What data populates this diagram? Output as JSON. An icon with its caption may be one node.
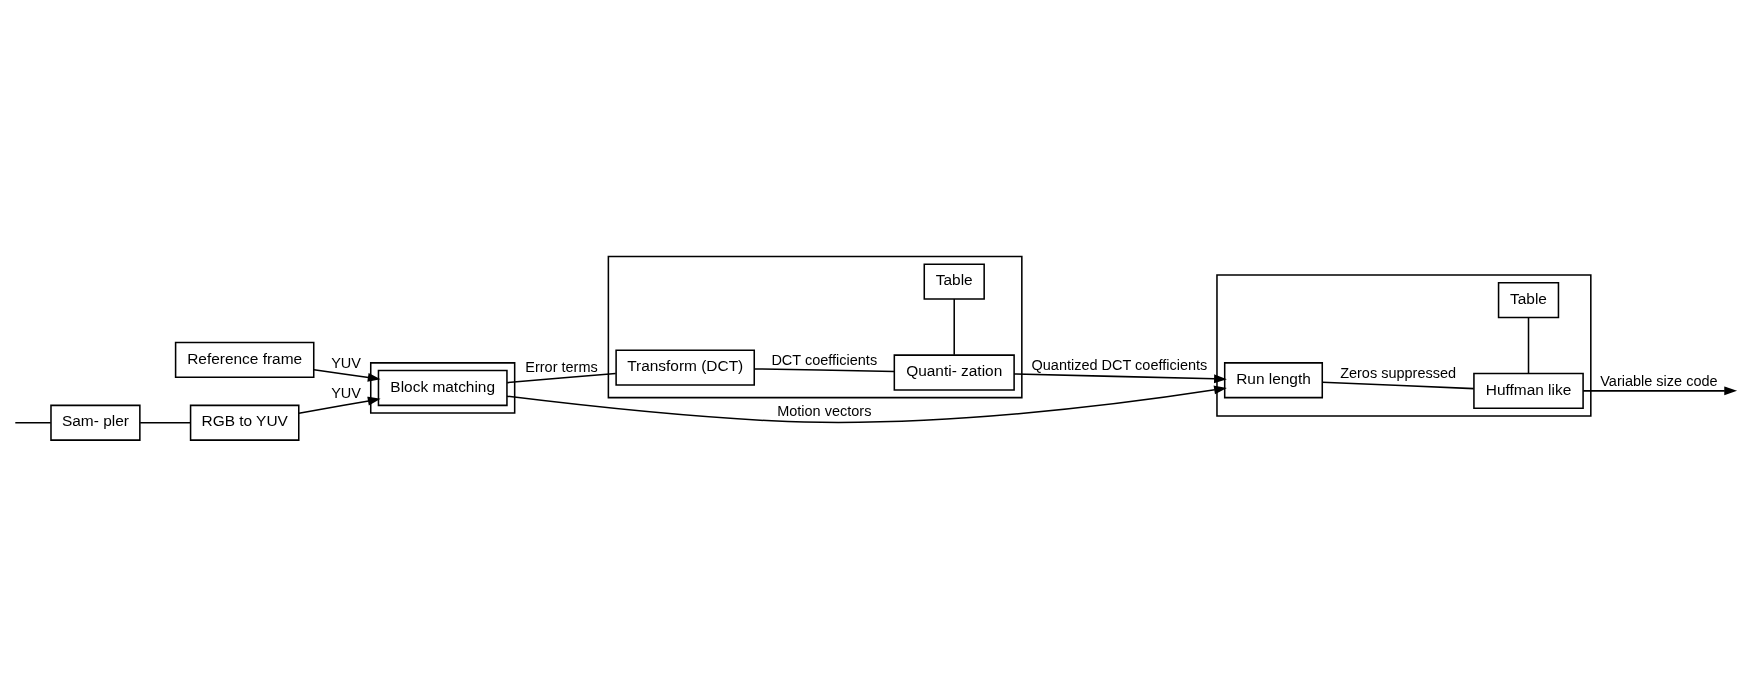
{
  "diagram": {
    "nodes": [
      {
        "text": [
          "Reference frame"
        ]
      },
      {
        "text": [
          "Sam- pler"
        ]
      },
      {
        "text": [
          "RGB to YUV"
        ]
      },
      {
        "text": [],
        "shape": "box"
      },
      {
        "text": [
          "Block matching"
        ],
        "in": 3
      },
      {
        "text": [],
        "shape": "box"
      },
      {
        "text": [
          "Transform (DCT)"
        ],
        "in": 5
      },
      {
        "text": [
          "Quanti- zation"
        ],
        "in": 5
      },
      {
        "text": [
          "Table"
        ],
        "in": 5
      },
      {
        "text": [],
        "shape": "box"
      },
      {
        "text": [
          "Run length"
        ],
        "in": 9
      },
      {
        "text": [
          "Huffman like"
        ],
        "in": 9
      },
      {
        "text": [
          "Table"
        ],
        "in": 9
      }
    ],
    "edges": [
      {
        "from": null,
        "to": 1,
        "arrow": "none"
      },
      {
        "from": 1,
        "to": 2,
        "arrow": "none"
      },
      {
        "from": 2,
        "to": 4,
        "arrow": "to",
        "label": "YUV"
      },
      {
        "from": 0,
        "to": 4,
        "arrow": "to",
        "label": "YUV"
      },
      {
        "from": 4,
        "to": 6,
        "arrow": "none",
        "label": "Error terms"
      },
      {
        "from": 6,
        "to": 7,
        "arrow": "none",
        "label": "DCT coefficients"
      },
      {
        "from": 7,
        "to": 10,
        "arrow": "to",
        "label": "Quantized DCT coefficients"
      },
      {
        "from": 7,
        "to": 8,
        "arrow": "none"
      },
      {
        "from": 10,
        "to": 11,
        "arrow": "none",
        "label": "Zeros suppressed"
      },
      {
        "from": 11,
        "to": 12,
        "arrow": "none"
      },
      {
        "from": 11,
        "to": null,
        "arrow": "to",
        "label": "Variable size code"
      },
      {
        "from": 4,
        "to": 10,
        "arrow": "to",
        "label": "Motion vectors"
      }
    ]
  }
}
